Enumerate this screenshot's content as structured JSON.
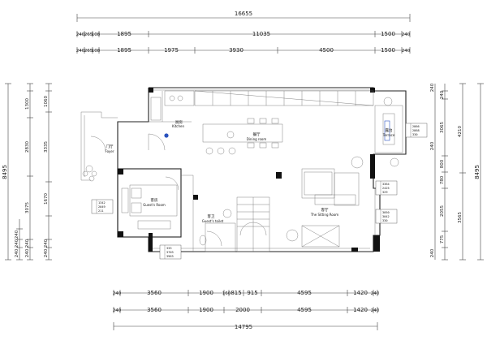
{
  "dimensions": {
    "top_overall": "16655",
    "top_row1": [
      "240",
      "265",
      "108",
      "1895",
      "11035",
      "1500",
      "240"
    ],
    "top_row2": [
      "240",
      "265",
      "108",
      "1895",
      "1975",
      "3930",
      "4500",
      "1500",
      "240"
    ],
    "bottom_row1": [
      "240",
      "3560",
      "1900",
      "160",
      "815",
      "915",
      "4595",
      "1420",
      "240"
    ],
    "bottom_row2": [
      "240",
      "3560",
      "1900",
      "2000",
      "4595",
      "1420",
      "240"
    ],
    "bottom_overall": "14795",
    "left_overall": "8495",
    "left_col1": [
      "1300",
      "2830",
      "3075",
      "240",
      "240"
    ],
    "left_col2": [
      "1060",
      "3335",
      "1670",
      "240",
      "240"
    ],
    "left_small": [
      "240",
      "240",
      "240"
    ],
    "right_overall": "8495",
    "right_col1": [
      "3065",
      "4210",
      "3565"
    ],
    "right_col2": [
      "240",
      "800",
      "780",
      "2055",
      "775"
    ],
    "right_col3": [
      "240",
      "240",
      "240"
    ]
  },
  "rooms": [
    {
      "cn": "厨房",
      "en": "Kitchen"
    },
    {
      "cn": "餐厅",
      "en": "Dining room"
    },
    {
      "cn": "门厅",
      "en": "Foyer"
    },
    {
      "cn": "客房",
      "en": "Guest's Room"
    },
    {
      "cn": "客卫",
      "en": "Guest's toilet"
    },
    {
      "cn": "客厅",
      "en": "The Sitting Room"
    },
    {
      "cn": "露台",
      "en": "Terrace"
    }
  ],
  "tags": [
    {
      "lines": [
        "2866",
        "2868",
        "330"
      ]
    },
    {
      "lines": [
        "3364",
        "2425",
        "329"
      ]
    },
    {
      "lines": [
        "3050",
        "3042",
        "330"
      ]
    },
    {
      "lines": [
        "1342",
        "2049",
        "211"
      ]
    },
    {
      "lines": [
        "333",
        "3703",
        "3963"
      ]
    }
  ]
}
